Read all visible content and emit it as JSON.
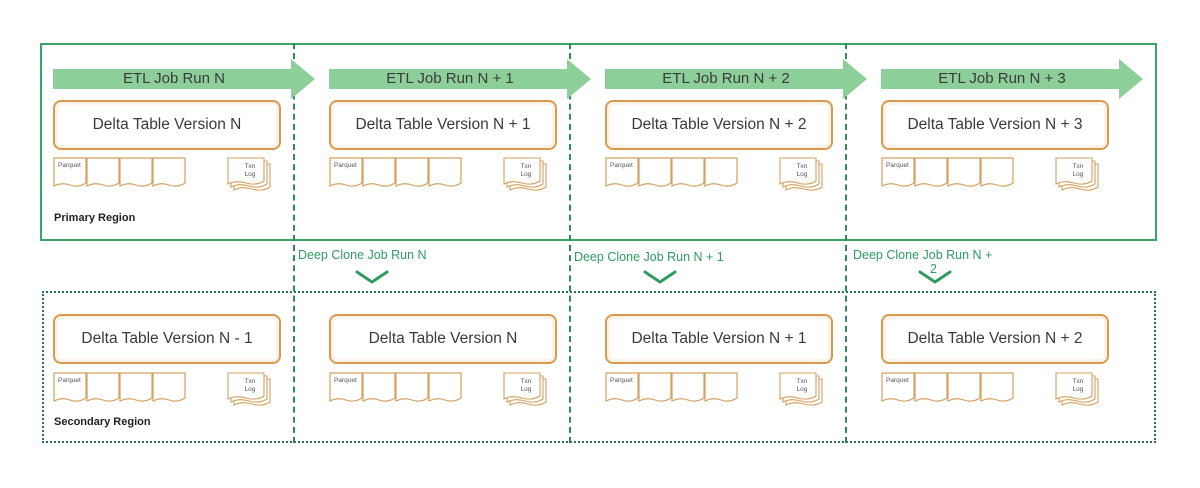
{
  "regions": {
    "primary_label": "Primary Region",
    "secondary_label": "Secondary Region"
  },
  "primary": {
    "etl_runs": [
      "ETL Job Run N",
      "ETL Job Run N + 1",
      "ETL Job Run N + 2",
      "ETL Job Run N + 3"
    ],
    "tables": [
      "Delta Table Version N",
      "Delta Table Version N + 1",
      "Delta Table Version N + 2",
      "Delta Table Version N + 3"
    ]
  },
  "secondary": {
    "tables": [
      "Delta Table Version N - 1",
      "Delta Table Version N",
      "Delta Table Version N + 1",
      "Delta Table Version N + 2"
    ]
  },
  "files": {
    "parquet_label": "Parquet",
    "txn_labels": [
      "Txn\nLog",
      "Txn\nLog",
      "Txn\nLog",
      "Txn\nLog"
    ]
  },
  "clone_runs": [
    {
      "line1": "Deep Clone Job Run N",
      "line2": ""
    },
    {
      "line1": "Deep Clone Job Run N + 1",
      "line2": ""
    },
    {
      "line1": "Deep Clone Job Run N +",
      "line2": "2"
    }
  ],
  "colors": {
    "primary_border": "#3aa56b",
    "arrow_fill": "#8ccf98",
    "delta_border": "#d99a4e",
    "file_border": "#d3a060",
    "clone_text": "#2f9a62",
    "secondary_border": "#2f6f55"
  }
}
